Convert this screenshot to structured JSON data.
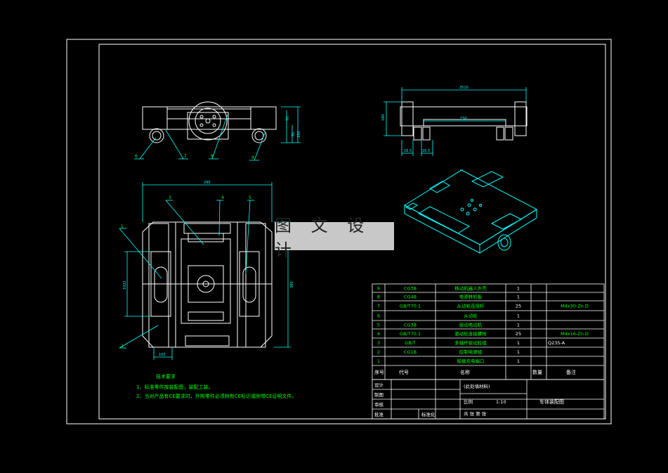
{
  "colors": {
    "background": "#000000",
    "sheet_line": "#ffffff",
    "part_line": "#ffffff",
    "dimension": "#00ffff",
    "leader": "#00ffff",
    "text": "#00ff00",
    "table_line": "#ffffff"
  },
  "watermark": "图 文 设 计",
  "balloons": [
    "1",
    "2",
    "3",
    "4",
    "5",
    "6",
    "7",
    "8",
    "9"
  ],
  "dims": {
    "top_width": "2510",
    "side_height": "180",
    "bottom_d1": "150",
    "bottom_d2": "16.5",
    "bottom_d3": "16.5",
    "plan_width": "290",
    "plan_height": "380",
    "plan_left": "1022",
    "plan_bottom": "100",
    "front_h1": "70",
    "front_h2": "150",
    "front_h3": "51"
  },
  "notes": {
    "title": "技术要求",
    "line1": "1、标准零件按装配图，装配工装。",
    "line2": "2、当对产品有CE要求时，外购零件必须附有CE标识或附带CE证明文件。"
  },
  "bom": [
    {
      "no": "9",
      "code": "CG3B",
      "name": "移动机器人外壳",
      "qty": "1",
      "material": "",
      "remark": ""
    },
    {
      "no": "8",
      "code": "CG4B",
      "name": "电源转机板",
      "qty": "1",
      "material": "",
      "remark": ""
    },
    {
      "no": "7",
      "code": "GB/T70.1",
      "name": "从动轮连接杆",
      "qty": "25",
      "material": "",
      "remark": "M4x30-Zn.D"
    },
    {
      "no": "6",
      "code": "",
      "name": "从动轮",
      "qty": "1",
      "material": "",
      "remark": ""
    },
    {
      "no": "5",
      "code": "CG3B",
      "name": "驱动电动机",
      "qty": "1",
      "material": "",
      "remark": ""
    },
    {
      "no": "4",
      "code": "GB/T70.1",
      "name": "驱动轮连接螺栓",
      "qty": "25",
      "material": "",
      "remark": "M4x16-Zn.D"
    },
    {
      "no": "3",
      "code": "GB/T",
      "name": "多轴杆驱动轮组",
      "qty": "1",
      "material": "Q235-A",
      "remark": ""
    },
    {
      "no": "2",
      "code": "CG1B",
      "name": "控制电源组",
      "qty": "1",
      "material": "",
      "remark": ""
    },
    {
      "no": "1",
      "code": "",
      "name": "船载充电端口",
      "qty": "1",
      "material": "",
      "remark": ""
    }
  ],
  "bom_header": {
    "no": "序号",
    "code": "代号",
    "name": "名称",
    "qty": "数量",
    "remark": "备注"
  },
  "title_block": {
    "design": "设计",
    "draw": "制图",
    "check": "审核",
    "approve": "批准",
    "std": "标准化",
    "material": "(此处填材料)",
    "scale_label": "比例",
    "scale": "1:10",
    "drawing_name": "车体装配图",
    "sheets": "共   张   第   张"
  }
}
